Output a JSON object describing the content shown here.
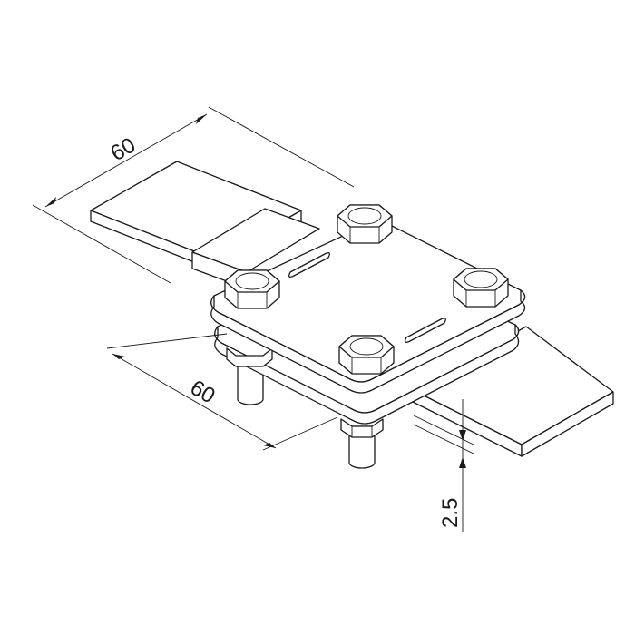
{
  "drawing": {
    "dimensions": {
      "top_length": "60",
      "bottom_length": "60",
      "thickness": "2.5"
    },
    "line_color": "#1a1a1a",
    "background": "#ffffff"
  }
}
